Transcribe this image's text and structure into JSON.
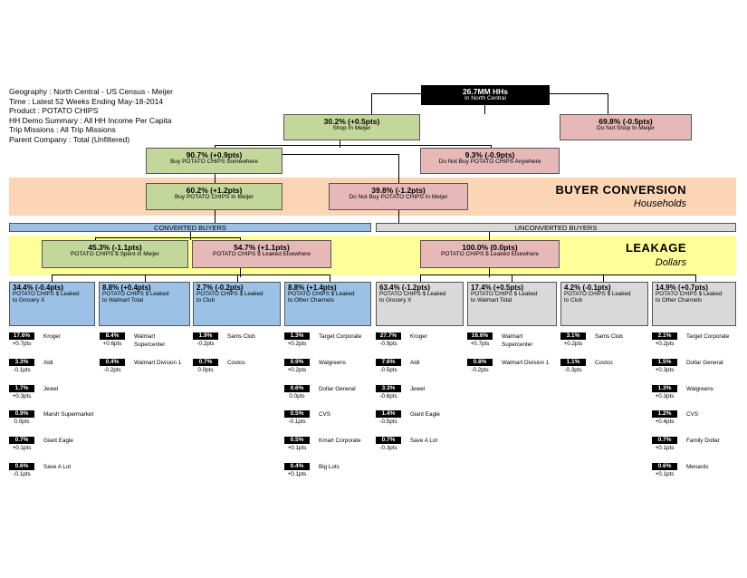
{
  "info": {
    "geography": "Geography : North Central - US Census - Meijer",
    "time": "Time : Latest 52 Weeks Ending May-18-2014",
    "product": "Product : POTATO CHIPS",
    "hh_demo": "HH Demo Summary : All HH Income Per Capita",
    "trip": "Trip Missions : All Trip Missions",
    "parent": "Parent Company : Total (Unfiltered)"
  },
  "top": {
    "value": "26.7MM HHs",
    "label": "In North Central"
  },
  "shop_in": {
    "value": "30.2% (+0.5pts)",
    "label": "Shop In Meijer"
  },
  "not_shop": {
    "value": "69.8% (-0.5pts)",
    "label": "Do Not Shop In Meijer"
  },
  "buy_somewhere": {
    "value": "90.7% (+0.9pts)",
    "label": "Buy POTATO CHIPS Somewhere"
  },
  "not_buy_anywhere": {
    "value": "9.3% (-0.9pts)",
    "label": "Do Not Buy POTATO CHIPS Anywhere"
  },
  "buy_in": {
    "value": "60.2% (+1.2pts)",
    "label": "Buy POTATO CHIPS In Meijer"
  },
  "not_buy_in": {
    "value": "39.8% (-1.2pts)",
    "label": "Do Not Buy POTATO CHIPS In Meijer"
  },
  "band1": {
    "title": "BUYER CONVERSION",
    "subtitle": "Households"
  },
  "converted_label": "CONVERTED BUYERS",
  "unconverted_label": "UNCONVERTED BUYERS",
  "band2": {
    "title": "LEAKAGE",
    "subtitle": "Dollars"
  },
  "spent_in": {
    "value": "45.3% (-1.1pts)",
    "label": "POTATO CHIPS $ Spent in Meijer"
  },
  "leaked_elsewhere_conv": {
    "value": "54.7% (+1.1pts)",
    "label": "POTATO CHIPS $ Leaked Elsewhere"
  },
  "leaked_elsewhere_unconv": {
    "value": "100.0% (0.0pts)",
    "label": "POTATO CHIPS $ Leaked Elsewhere"
  },
  "channels": [
    {
      "value": "34.4% (-0.4pts)",
      "label1": "POTATO CHIPS $ Leaked",
      "label2": "to Grocery X",
      "retailers": [
        {
          "share": "17.6%",
          "change": "+0.7pts",
          "name": "Kroger"
        },
        {
          "share": "3.3%",
          "change": "-0.1pts",
          "name": "Aldi"
        },
        {
          "share": "1.7%",
          "change": "+0.3pts",
          "name": "Jewel"
        },
        {
          "share": "0.9%",
          "change": "0.0pts",
          "name": "Marsh Supermarket"
        },
        {
          "share": "0.7%",
          "change": "+0.1pts",
          "name": "Giant Eagle"
        },
        {
          "share": "0.6%",
          "change": "-0.1pts",
          "name": "Save A Lot"
        }
      ]
    },
    {
      "value": "8.8% (+0.4pts)",
      "label1": "POTATO CHIPS $ Leaked",
      "label2": "to Walmart Total",
      "retailers": [
        {
          "share": "8.4%",
          "change": "+0.6pts",
          "name": "Walmart Supercenter"
        },
        {
          "share": "0.4%",
          "change": "-0.2pts",
          "name": "Walmart Division 1"
        }
      ]
    },
    {
      "value": "2.7% (-0.2pts)",
      "label1": "POTATO CHIPS $ Leaked",
      "label2": "to Club",
      "retailers": [
        {
          "share": "1.9%",
          "change": "-0.2pts",
          "name": "Sams Club"
        },
        {
          "share": "0.7%",
          "change": "0.0pts",
          "name": "Costco"
        }
      ]
    },
    {
      "value": "8.8% (+1.4pts)",
      "label1": "POTATO CHIPS $ Leaked",
      "label2": "to Other Channels",
      "retailers": [
        {
          "share": "1.3%",
          "change": "+0.2pts",
          "name": "Target Corporate"
        },
        {
          "share": "0.9%",
          "change": "+0.2pts",
          "name": "Walgreens"
        },
        {
          "share": "0.6%",
          "change": "0.0pts",
          "name": "Dollar General"
        },
        {
          "share": "0.5%",
          "change": "-0.1pts",
          "name": "CVS"
        },
        {
          "share": "0.5%",
          "change": "+0.1pts",
          "name": "Kmart Corporate"
        },
        {
          "share": "0.4%",
          "change": "+0.1pts",
          "name": "Big Lots"
        }
      ]
    },
    {
      "value": "63.4% (-1.2pts)",
      "label1": "POTATO CHIPS $ Leaked",
      "label2": "to Grocery X",
      "retailers": [
        {
          "share": "27.7%",
          "change": "-0.9pts",
          "name": "Kroger"
        },
        {
          "share": "7.6%",
          "change": "-0.5pts",
          "name": "Aldi"
        },
        {
          "share": "3.3%",
          "change": "-0.6pts",
          "name": "Jewel"
        },
        {
          "share": "1.4%",
          "change": "-0.5pts",
          "name": "Giant Eagle"
        },
        {
          "share": "0.7%",
          "change": "-0.3pts",
          "name": "Save A Lot"
        }
      ]
    },
    {
      "value": "17.4% (+0.5pts)",
      "label1": "POTATO CHIPS $ Leaked",
      "label2": "to Walmart Total",
      "retailers": [
        {
          "share": "16.6%",
          "change": "+0.7pts",
          "name": "Walmart Supercenter"
        },
        {
          "share": "0.8%",
          "change": "-0.2pts",
          "name": "Walmart Division 1"
        }
      ]
    },
    {
      "value": "4.2% (-0.1pts)",
      "label1": "POTATO CHIPS $ Leaked",
      "label2": "to Club",
      "retailers": [
        {
          "share": "3.1%",
          "change": "+0.2pts",
          "name": "Sams Club"
        },
        {
          "share": "1.1%",
          "change": "-0.3pts",
          "name": "Costco"
        }
      ]
    },
    {
      "value": "14.9% (+0.7pts)",
      "label1": "POTATO CHIPS $ Leaked",
      "label2": "to Other Channels",
      "retailers": [
        {
          "share": "2.1%",
          "change": "+0.2pts",
          "name": "Target Corporate"
        },
        {
          "share": "1.5%",
          "change": "+0.3pts",
          "name": "Dollar General"
        },
        {
          "share": "1.3%",
          "change": "+0.3pts",
          "name": "Walgreens"
        },
        {
          "share": "1.2%",
          "change": "+0.4pts",
          "name": "CVS"
        },
        {
          "share": "0.7%",
          "change": "+0.1pts",
          "name": "Family Dollar"
        },
        {
          "share": "0.6%",
          "change": "+0.1pts",
          "name": "Menards"
        }
      ]
    }
  ]
}
